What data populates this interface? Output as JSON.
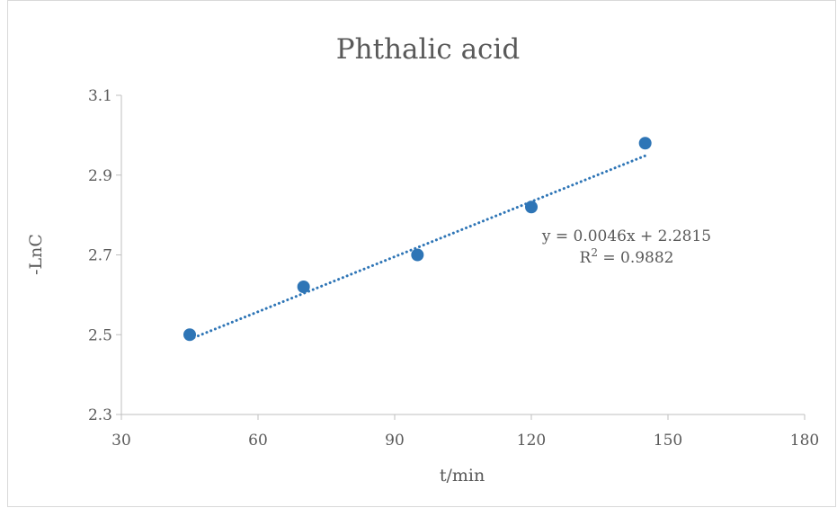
{
  "chart_data": {
    "type": "scatter",
    "title": "Phthalic acid",
    "xlabel": "t/min",
    "ylabel": "-LnC",
    "xlim": [
      30,
      180
    ],
    "ylim": [
      2.3,
      3.1
    ],
    "xticks": [
      30,
      60,
      90,
      120,
      150,
      180
    ],
    "yticks": [
      2.3,
      2.5,
      2.7,
      2.9,
      3.1
    ],
    "xtick_labels": [
      "30",
      "60",
      "90",
      "120",
      "150",
      "180"
    ],
    "ytick_labels": [
      "2.3",
      "2.5",
      "2.7",
      "2.9",
      "3.1"
    ],
    "grid": false,
    "series": [
      {
        "x": [
          45,
          70,
          95,
          120,
          145
        ],
        "y": [
          2.5,
          2.62,
          2.7,
          2.82,
          2.98
        ]
      }
    ],
    "trendline": {
      "type": "linear",
      "slope": 0.0046,
      "intercept": 2.2815,
      "style": "dotted",
      "x_range": [
        45,
        145
      ]
    },
    "equation_text": "y = 0.0046x + 2.2815",
    "r2_prefix": "R",
    "r2_sup": "2",
    "r2_rest": " = 0.9882",
    "colors": {
      "marker": "#2e75b6",
      "trendline": "#2e75b6",
      "axis": "#bfbfbf",
      "text": "#595959"
    }
  }
}
